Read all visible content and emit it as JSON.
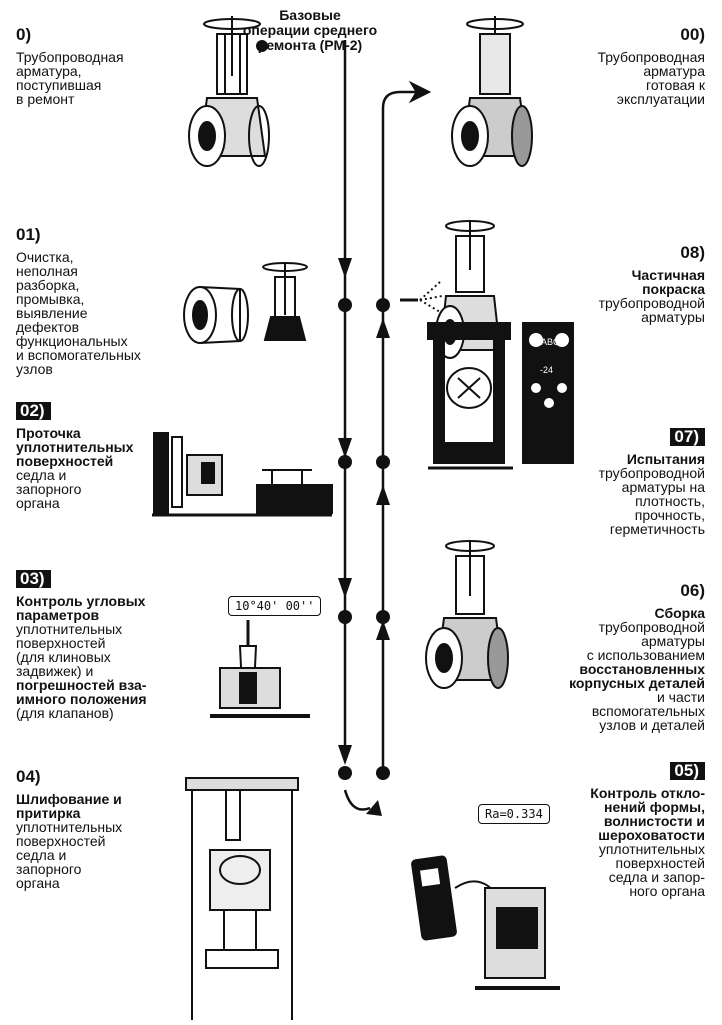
{
  "center_title": [
    "Базовые",
    "операции среднего",
    "ремонта (РМ-2)"
  ],
  "steps": [
    {
      "id": "s0",
      "num": "0)",
      "lines": [
        {
          "t": "Трубопроводная"
        },
        {
          "t": "арматура,"
        },
        {
          "t": "поступившая"
        },
        {
          "t": "в ремонт"
        }
      ]
    },
    {
      "id": "s01",
      "num": "01)",
      "lines": [
        {
          "t": "Очистка,"
        },
        {
          "t": "неполная"
        },
        {
          "t": "разборка,"
        },
        {
          "t": "промывка,"
        },
        {
          "t": "выявление"
        },
        {
          "t": "дефектов"
        },
        {
          "t": "функциональных"
        },
        {
          "t": "и вспомогательных"
        },
        {
          "t": "узлов"
        }
      ]
    },
    {
      "id": "s02",
      "num": "02)",
      "lines": [
        {
          "t": "Проточка",
          "b": true
        },
        {
          "t": "уплотнительных",
          "b": true
        },
        {
          "t": "поверхностей",
          "b": true
        },
        {
          "t": "седла и"
        },
        {
          "t": "запорного"
        },
        {
          "t": "органа"
        }
      ]
    },
    {
      "id": "s03",
      "num": "03)",
      "lines": [
        {
          "t": "Контроль угловых",
          "b": true
        },
        {
          "t": "параметров",
          "b": true
        },
        {
          "t": "уплотнительных"
        },
        {
          "t": "поверхностей"
        },
        {
          "t": "(для клиновых"
        },
        {
          "t": "задвижек) и"
        },
        {
          "t": "погрешностей вза-",
          "b": true
        },
        {
          "t": "имного положения",
          "b": true
        },
        {
          "t": "(для клапанов)"
        }
      ]
    },
    {
      "id": "s04",
      "num": "04)",
      "lines": [
        {
          "t": "Шлифование и",
          "b": true
        },
        {
          "t": "притирка",
          "b": true
        },
        {
          "t": "уплотнительных"
        },
        {
          "t": "поверхностей"
        },
        {
          "t": "седла и"
        },
        {
          "t": "запорного"
        },
        {
          "t": "органа"
        }
      ]
    },
    {
      "id": "s00",
      "num": "00)",
      "lines": [
        {
          "t": "Трубопроводная"
        },
        {
          "t": "арматура"
        },
        {
          "t": "готовая к"
        },
        {
          "t": "эксплуатации"
        }
      ]
    },
    {
      "id": "s08",
      "num": "08)",
      "lines": [
        {
          "t": "Частичная",
          "b": true
        },
        {
          "t": "покраска",
          "b": true
        },
        {
          "t": "трубопроводной"
        },
        {
          "t": "арматуры"
        }
      ]
    },
    {
      "id": "s07",
      "num": "07)",
      "lines": [
        {
          "t": "Испытания",
          "b": true
        },
        {
          "t": "трубопроводной"
        },
        {
          "t": "арматуры на"
        },
        {
          "t": "плотность,"
        },
        {
          "t": "прочность,"
        },
        {
          "t": "герметичность"
        }
      ]
    },
    {
      "id": "s06",
      "num": "06)",
      "lines": [
        {
          "t": "Сборка",
          "b": true
        },
        {
          "t": "трубопроводной"
        },
        {
          "t": "арматуры"
        },
        {
          "t": "с использованием"
        },
        {
          "t": "восстановленных",
          "b": true
        },
        {
          "t": "корпусных деталей",
          "b": true
        },
        {
          "t": "и части"
        },
        {
          "t": "вспомогательных"
        },
        {
          "t": "узлов и деталей"
        }
      ]
    },
    {
      "id": "s05",
      "num": "05)",
      "lines": [
        {
          "t": "Контроль откло-",
          "b": true
        },
        {
          "t": "нений формы,",
          "b": true
        },
        {
          "t": "волнистости и",
          "b": true
        },
        {
          "t": "шероховатости",
          "b": true
        },
        {
          "t": "уплотнительных"
        },
        {
          "t": "поверхностей"
        },
        {
          "t": "седла и запор-"
        },
        {
          "t": "ного органа"
        }
      ]
    }
  ],
  "readouts": {
    "angle": "10°40' 00''",
    "roughness": "Ra=0.334"
  },
  "gauge_marks": [
    "ABC",
    "-24"
  ]
}
